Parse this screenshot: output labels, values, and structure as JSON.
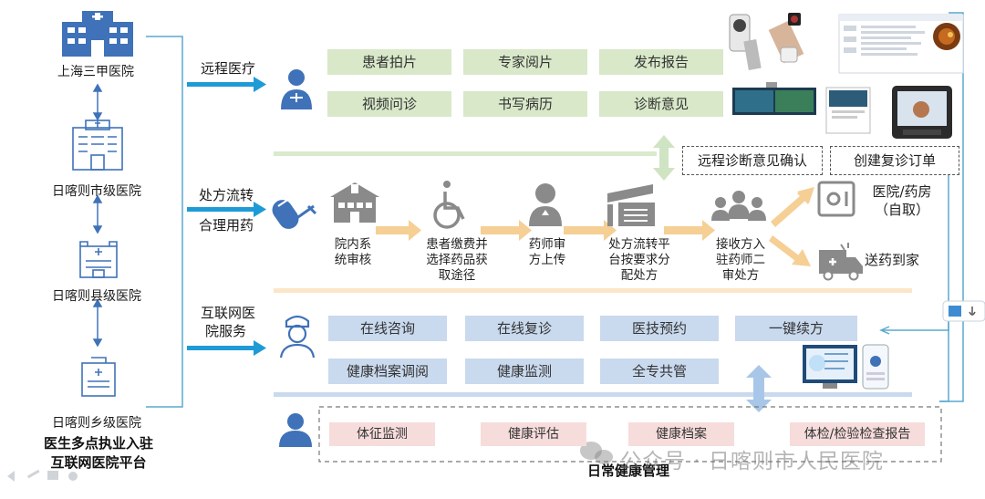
{
  "hospitals": [
    {
      "name": "上海三甲医院"
    },
    {
      "name": "日喀则市级医院"
    },
    {
      "name": "日喀则县级医院"
    },
    {
      "name": "日喀则乡级医院"
    }
  ],
  "bottom_title": [
    "医生多点执业入驻",
    "互联网医院平台"
  ],
  "sections": {
    "remote": {
      "label": "远程医疗",
      "row1": [
        "患者拍片",
        "专家阅片",
        "发布报告"
      ],
      "row2": [
        "视频问诊",
        "书写病历",
        "诊断意见"
      ],
      "confirm": "远程诊断意见确认",
      "reorder": "创建复诊订单"
    },
    "prescription": {
      "label_line1": "处方流转",
      "label_line2": "合理用药",
      "steps": [
        {
          "line1": "院内系",
          "line2": "统审核",
          "line3": ""
        },
        {
          "line1": "患者缴费并",
          "line2": "选择药品获",
          "line3": "取途径"
        },
        {
          "line1": "药师审",
          "line2": "方上传",
          "line3": ""
        },
        {
          "line1": "处方流转平",
          "line2": "台按要求分",
          "line3": "配处方"
        },
        {
          "line1": "接收方入",
          "line2": "驻药师二",
          "line3": "审处方"
        }
      ],
      "pickup_line1": "医院/药房",
      "pickup_line2": "（自取）",
      "delivery": "送药到家"
    },
    "internet": {
      "label_line1": "互联网医",
      "label_line2": "院服务",
      "row1": [
        "在线咨询",
        "在线复诊",
        "医技预约",
        "一键续方"
      ],
      "row2": [
        "健康档案调阅",
        "健康监测",
        "全专共管"
      ]
    },
    "daily": {
      "items": [
        "体征监测",
        "健康评估",
        "健康档案",
        "体检/检验检查报告"
      ],
      "title": "日常健康管理"
    }
  },
  "watermark": "公众号 · 日喀则市人民医院",
  "colors": {
    "icon_blue": "#3f72b8",
    "green_box": "#d8e8c9",
    "blue_box": "#c9d9ee",
    "pink_box": "#f7dcdc",
    "flow_arrow": "#f6cf95",
    "cyan_arrow": "#1e9bd7",
    "connector": "#5aa9cf"
  }
}
